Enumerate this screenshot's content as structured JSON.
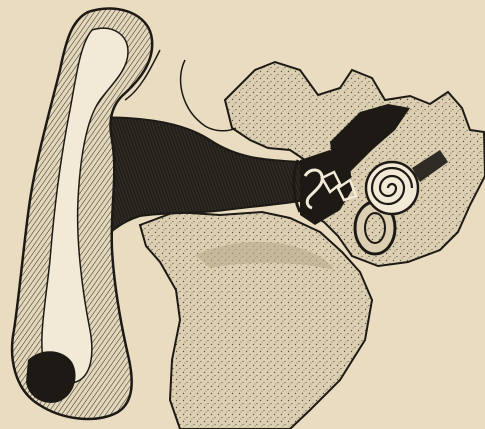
{
  "illustration": {
    "subject": "ear-cross-section-engraving",
    "colors": {
      "paper": "#e9dcc0",
      "ink": "#1d1a16",
      "ink_dark": "#2e2a24",
      "bone": "#ddd0b2",
      "stipple": "#5a5246",
      "cartilage_light": "#f2ead6"
    },
    "parts": [
      "outer-ear",
      "ear-canal",
      "eardrum",
      "ossicles",
      "cochlea",
      "semicircular-canal",
      "eustachian-tube",
      "temporal-bone"
    ]
  }
}
